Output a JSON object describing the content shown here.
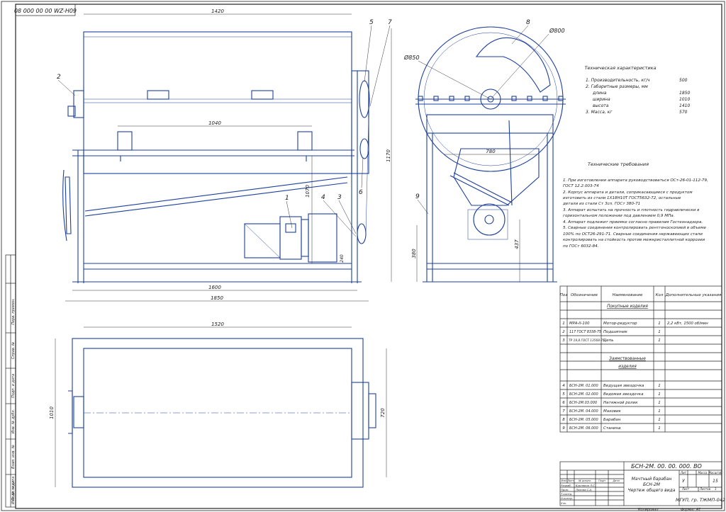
{
  "drawing": {
    "stamp_code_rotated": "08 000 00 00 WZ-H09",
    "dims": {
      "top_length": "1420",
      "front_1040": "1040",
      "front_1070": "1070",
      "front_1600": "1600",
      "front_1850": "1850",
      "side_d800": "Ø800",
      "side_d850": "Ø850",
      "side_780": "780",
      "side_1170": "1170",
      "side_380": "380",
      "side_437": "437",
      "plan_1520": "1520",
      "plan_720": "720",
      "plan_1010": "1010",
      "front_240": "240"
    },
    "callouts": [
      "1",
      "2",
      "3",
      "4",
      "5",
      "6",
      "7",
      "8",
      "9"
    ]
  },
  "tech_char": {
    "title": "Техническая характеристика",
    "rows": [
      {
        "label": "1. Производительность, кг/ч",
        "value": "500"
      },
      {
        "label": "2. Габаритные размеры, мм",
        "value": ""
      },
      {
        "label": "длина",
        "value": "1850"
      },
      {
        "label": "ширина",
        "value": "1010"
      },
      {
        "label": "высота",
        "value": "1410"
      },
      {
        "label": "3. Масса, кг",
        "value": "570"
      }
    ]
  },
  "tech_req": {
    "title": "Технические требования",
    "lines": [
      "1. При изготовлении аппарата руководствоваться ОСт-26-01-112-79,",
      "ГОСТ 12.2.003-74",
      "2. Корпус аппарата и детали, соприкасающиеся с продуктом",
      "изготовить из стали 1Х18Н10Т ГОСТ5632-72, остальные",
      "детали из стали Ст 3сп. ГОСт 380-71",
      "3. Аппарат испытать на прочность и плотность гидравлически в",
      "горизонтальном положении под давлением 0,9 МПа.",
      "4. Аппарат подлежит приемке согласно правилам Гостехнадзора.",
      "5. Сварные соединения контролировать рентгеноскопией в объеме",
      "100% по ОСТ26-291-71. Сварные соединения нержавеющих стали",
      "контролировать на стойкость против межкристаллитной коррозии",
      "по ГОСт 6032-84."
    ]
  },
  "spec": {
    "headers": [
      "Поз",
      "Обозначение",
      "Наименование",
      "Кол",
      "Дополнительные указания"
    ],
    "section_purchased": "Покупные изделия",
    "purchased": [
      {
        "pos": "1",
        "code": "МРА-II-100",
        "name": "Мотор-редуктор",
        "qty": "1",
        "note": "2,2 кВт, 1500 об/мин"
      },
      {
        "pos": "2",
        "code": "117 ГОСТ 8338-75",
        "name": "Подшипник",
        "qty": "1",
        "note": ""
      },
      {
        "pos": "3",
        "code": "ТР 19,8 ГОСТ 13568-75",
        "name": "Цепь",
        "qty": "1",
        "note": ""
      }
    ],
    "section_borrowed_1": "Заимствованные",
    "section_borrowed_2": "изделия",
    "borrowed": [
      {
        "pos": "4",
        "code": "БСН-2М. 01.000",
        "name": "Ведущая звездочка",
        "qty": "1",
        "note": ""
      },
      {
        "pos": "5",
        "code": "БСН-2М. 02.000",
        "name": "Ведомая звездочка",
        "qty": "1",
        "note": ""
      },
      {
        "pos": "6",
        "code": "БСН-2М.03.000",
        "name": "Натяжной ролик",
        "qty": "1",
        "note": ""
      },
      {
        "pos": "7",
        "code": "БСН-2М. 04.000",
        "name": "Маховик",
        "qty": "1",
        "note": ""
      },
      {
        "pos": "8",
        "code": "БСН-2М. 05.000",
        "name": "Барабан",
        "qty": "1",
        "note": ""
      },
      {
        "pos": "9",
        "code": "БСН-2М. 06.000",
        "name": "Станина",
        "qty": "1",
        "note": ""
      }
    ]
  },
  "title_block": {
    "designation": "БСН-2М. 00. 00. 000. ВО",
    "name_line1": "Мачтный барабан",
    "name_line2": "БСН-2М",
    "name_line3": "Чертеж общего вида",
    "org": "МГУП, гр. ТЖМП-042",
    "lit_label": "Лит",
    "mass_label": "Масса",
    "scale_label": "Масштаб",
    "lit_value": "У",
    "scale_value": "15",
    "sheet_label": "Лист",
    "sheets_label": "Листов",
    "sheets_value": "1",
    "roles": [
      "Изм",
      "Лист",
      "№ докум.",
      "Подп",
      "Дата"
    ],
    "people": [
      {
        "role": "Разраб.",
        "name": "Бурлаков Л.С."
      },
      {
        "role": "Пров.",
        "name": "Ляхова С.А."
      },
      {
        "role": "Т.контр.",
        "name": ""
      },
      {
        "role": "Н.контр.",
        "name": ""
      },
      {
        "role": "Утв.",
        "name": ""
      }
    ],
    "copied": "Копировал",
    "format": "Формат   А1"
  },
  "left_strip": [
    "Перв. примен.",
    "Справ. №",
    "Подп. и дата",
    "Инв. № дубл.",
    "Взам. инв. №",
    "Подп. и дата",
    "Инв. № подл."
  ]
}
